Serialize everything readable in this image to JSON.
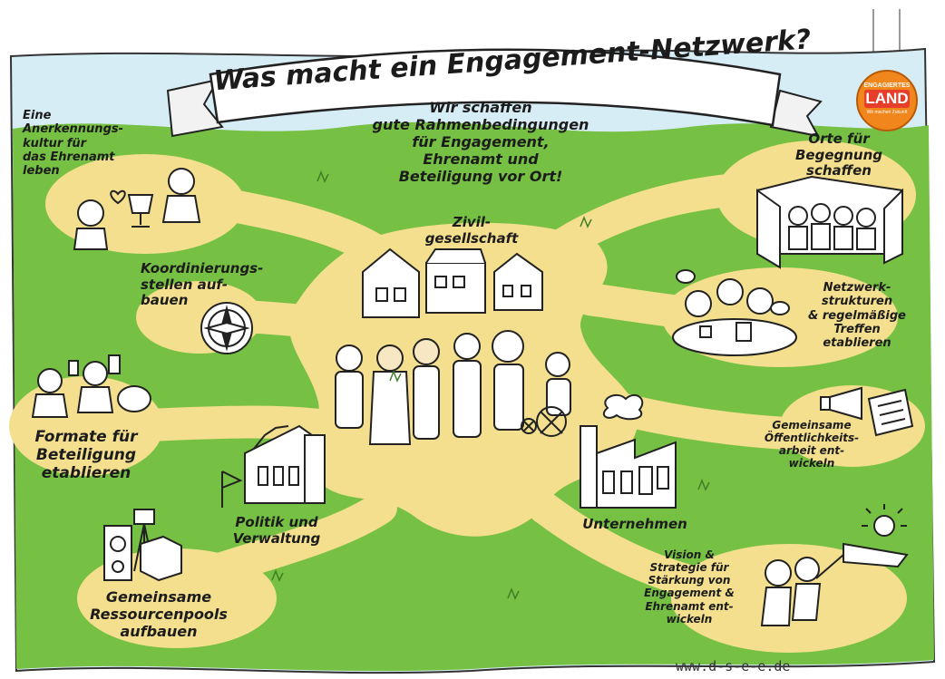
{
  "title": "Was macht ein Engagement-Netzwerk?",
  "center_statement": "Wir schaffen\ngute Rahmenbedingungen\nfür Engagement,\nEhrenamt und\nBeteiligung vor Ort!",
  "center_label": "Zivil-\ngesellschaft",
  "nodes": {
    "anerkennung": "Eine\nAnerkennungs-\nkultur für\ndas Ehrenamt\nleben",
    "koordinierung": "Koordinierungs-\nstellen auf-\nbauen",
    "formate": "Formate für\nBeteiligung\netablieren",
    "politik": "Politik und\nVerwaltung",
    "ressourcen": "Gemeinsame\nRessourcenpools\naufbauen",
    "orte": "Orte für\nBegegnung\nschaffen",
    "netzwerk": "Netzwerk-\nstrukturen\n& regelmäßige\nTreffen\netablieren",
    "oeffentlichkeit": "Gemeinsame\nÖffentlichkeits-\narbeit ent-\nwickeln",
    "unternehmen": "Unternehmen",
    "vision": "Vision &\nStrategie für\nStärkung von\nEngagement &\nEhrenamt ent-\nwickeln"
  },
  "logo": {
    "small_text": "ENGAGIERTES",
    "big_text": "LAND",
    "tagline": "Wir machen Zukunft"
  },
  "url": "www.d-s-e-e.de",
  "colors": {
    "sky": "#d7edf5",
    "grass": "#76c043",
    "path": "#f3df8e",
    "ink": "#1c1c1c",
    "logo_orange": "#f0861c"
  }
}
